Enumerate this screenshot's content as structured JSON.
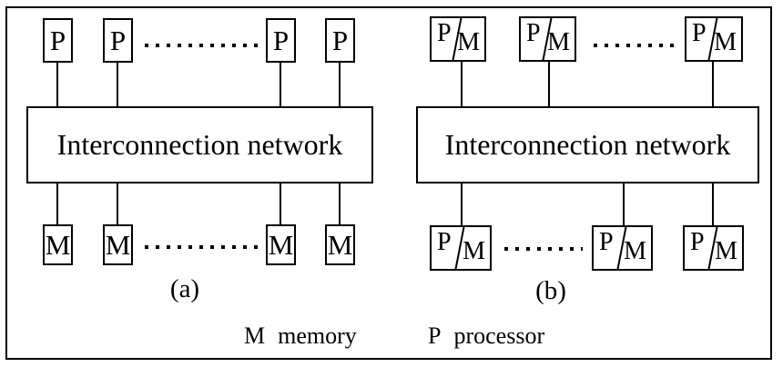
{
  "figure": {
    "network_label": "Interconnection network",
    "symbols": {
      "processor": "P",
      "memory": "M"
    },
    "diagram_a_label": "(a)",
    "diagram_b_label": "(b)",
    "legend": {
      "memory_symbol": "M",
      "memory_text": "memory",
      "processor_symbol": "P",
      "processor_text": "processor"
    }
  }
}
